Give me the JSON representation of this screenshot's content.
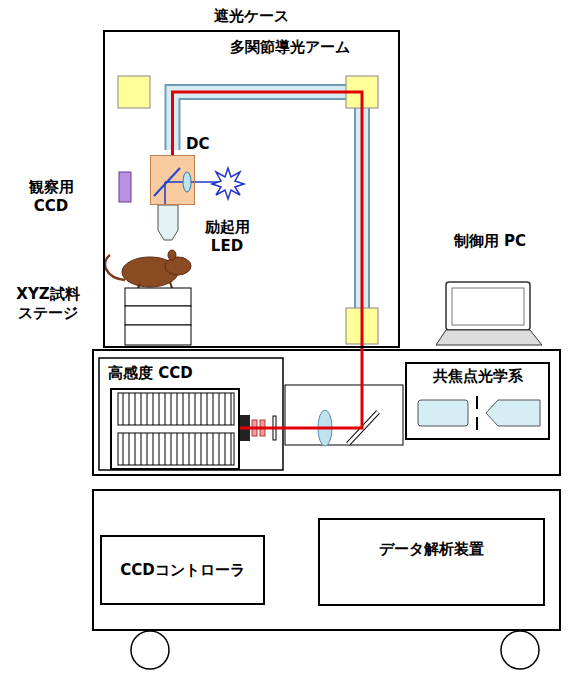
{
  "diagram": {
    "nodes": [
      {
        "text": [
          "遮光ケース"
        ]
      },
      {
        "text": [
          "DC"
        ],
        "in": 0
      },
      {
        "text": [
          "高感度 CCD"
        ]
      },
      {
        "text": [
          "共焦点光学系"
        ]
      },
      {
        "text": [
          "CCDコントローラ"
        ]
      },
      {
        "text": [
          "データ解析装置"
        ]
      }
    ],
    "edges": [
      {
        "from": 1,
        "to": 2,
        "arrow": "none"
      }
    ],
    "labels": [
      "多関節導光アーム",
      "観察用 CCD",
      "励起用 LED",
      "XYZ試料 ステージ",
      "制御用 PC"
    ]
  }
}
